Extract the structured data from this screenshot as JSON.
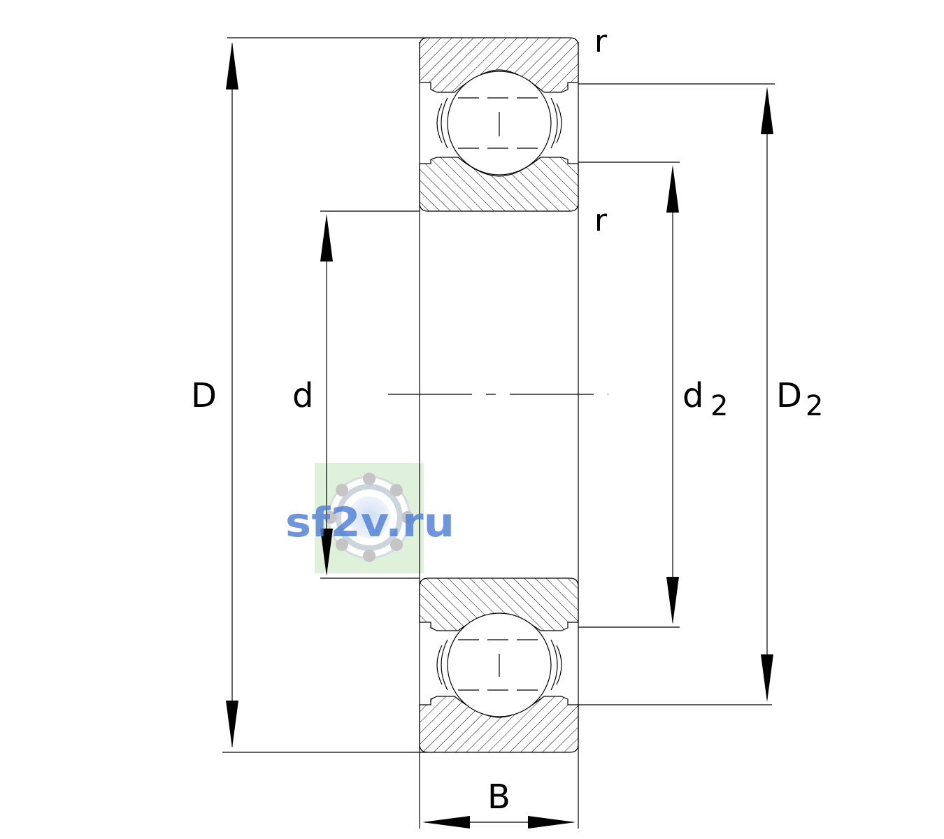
{
  "diagram": {
    "labels": {
      "outer_diameter": "D",
      "bore_diameter": "d",
      "inner_ring_shoulder": "d",
      "inner_ring_shoulder_sub": "2",
      "outer_ring_shoulder": "D",
      "outer_ring_shoulder_sub": "2",
      "width": "B",
      "radius_top": "r",
      "radius_mid": "r"
    },
    "watermark": {
      "text": "sf2v.ru",
      "text_color": "#4f7fd6",
      "bg_color": "#dcefd8"
    },
    "line_color": "#000000"
  }
}
